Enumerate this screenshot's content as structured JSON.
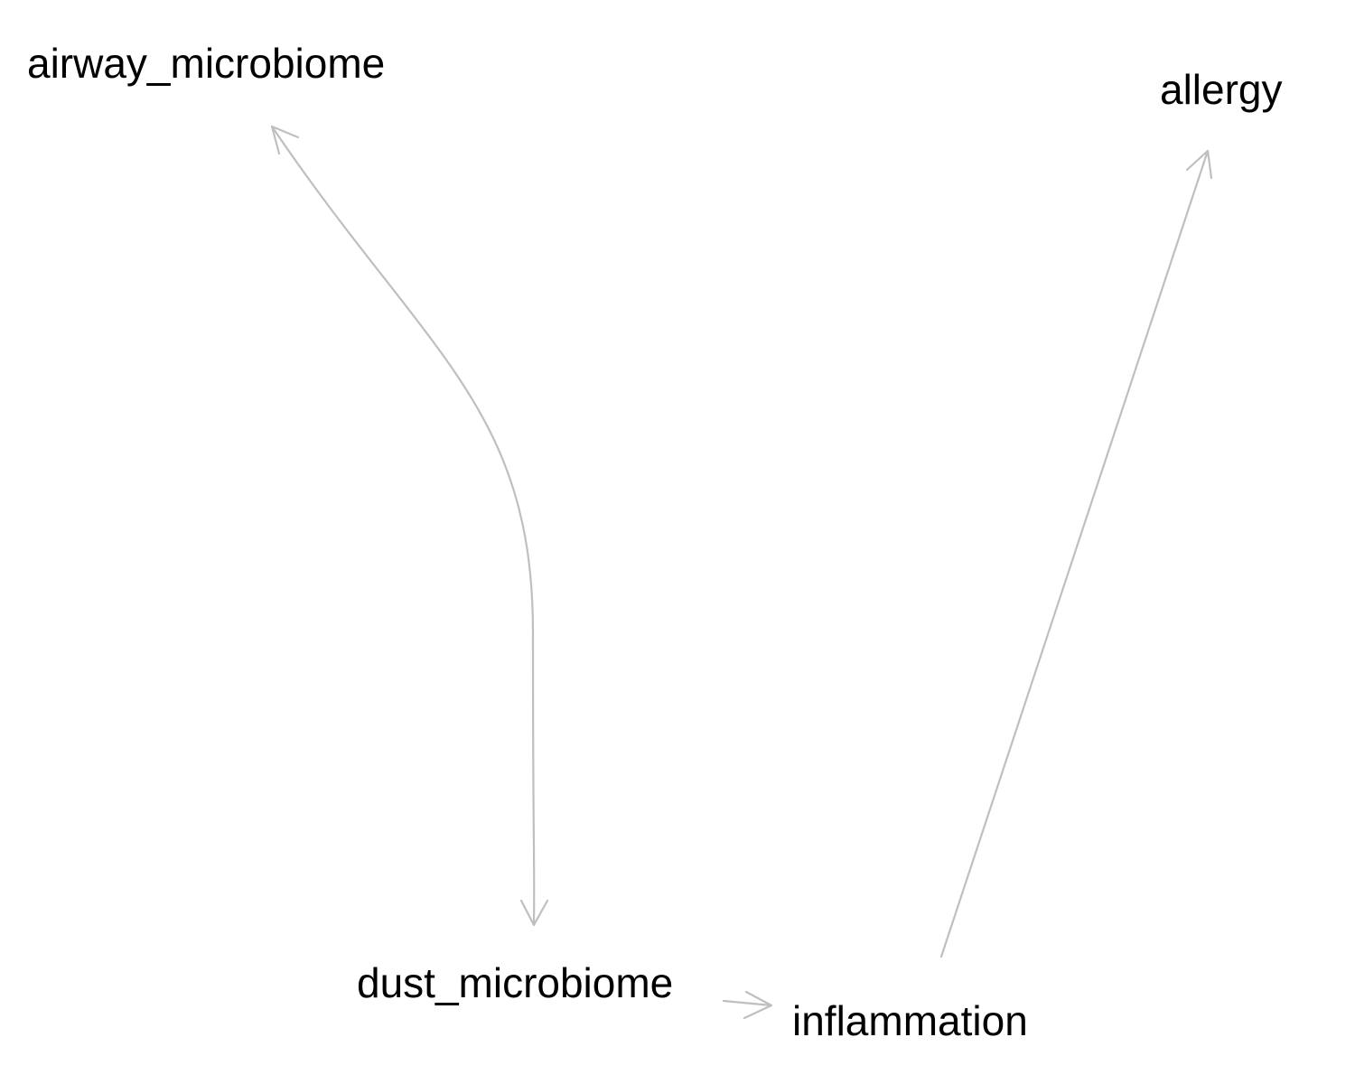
{
  "diagram": {
    "type": "directed-acyclic-graph",
    "edge_color": "#bfbfbf",
    "text_color": "#000000",
    "background": "#ffffff",
    "nodes": {
      "airway_microbiome": {
        "label": "airway_microbiome"
      },
      "allergy": {
        "label": "allergy"
      },
      "dust_microbiome": {
        "label": "dust_microbiome"
      },
      "inflammation": {
        "label": "inflammation"
      }
    },
    "edges": [
      {
        "from": "dust_microbiome",
        "to": "airway_microbiome",
        "kind": "bidirected"
      },
      {
        "from": "dust_microbiome",
        "to": "inflammation",
        "kind": "directed"
      },
      {
        "from": "inflammation",
        "to": "allergy",
        "kind": "directed"
      }
    ]
  }
}
